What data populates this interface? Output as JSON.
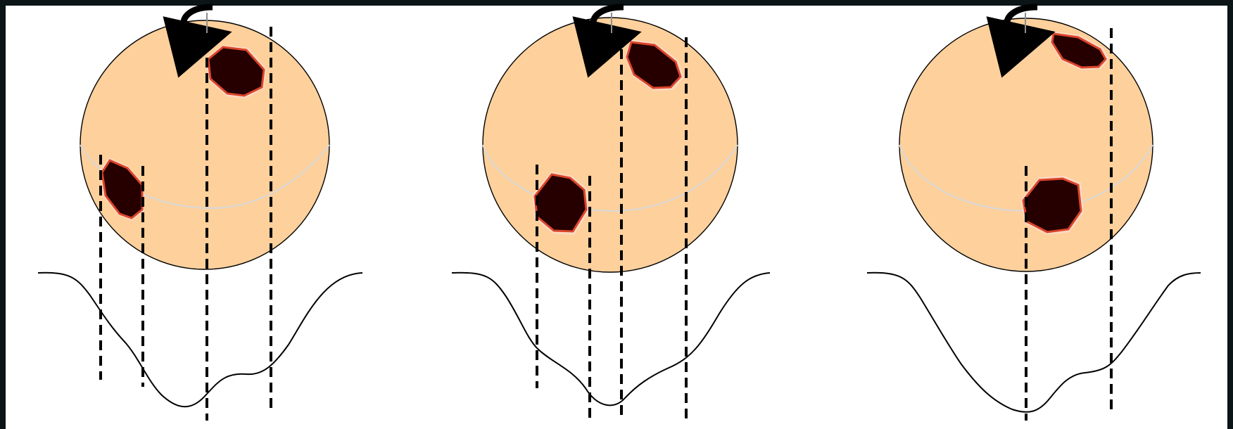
{
  "figure": {
    "panels": [
      {
        "id": "panel-1",
        "phase_index": 1
      },
      {
        "id": "panel-2",
        "phase_index": 2
      },
      {
        "id": "panel-3",
        "phase_index": 3
      }
    ],
    "colors": {
      "star_fill": "#fdd09c",
      "spot_fill": "#260000",
      "spot_rim": "#d9452b",
      "spot_halo": "#ffd9c2",
      "outline": "#000000",
      "equator": "#cfcfcf",
      "background": "#0b1416",
      "panel": "#ffffff"
    },
    "icons": {
      "rotation": "curved-rotation-arrow-icon"
    }
  }
}
